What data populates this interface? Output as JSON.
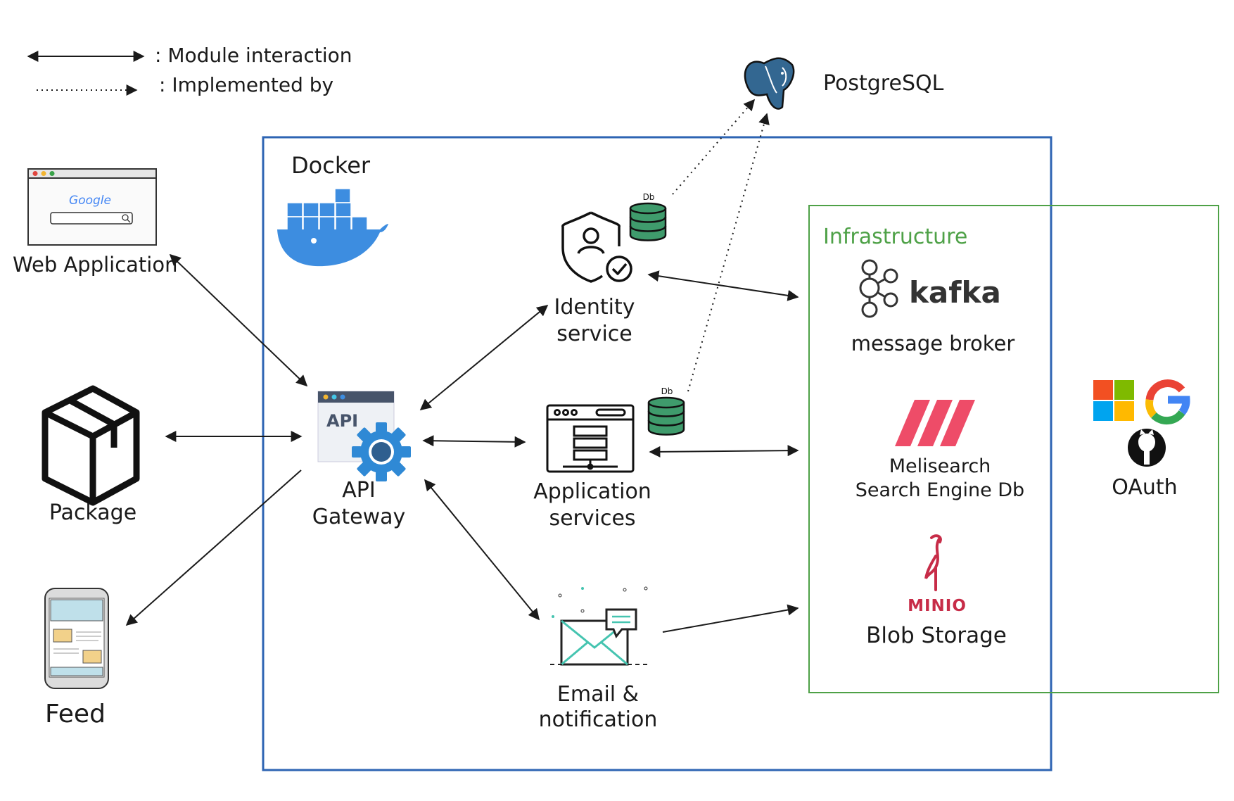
{
  "legend": {
    "module_interaction": ": Module interaction",
    "implemented_by": ": Implemented by"
  },
  "docker": {
    "title": "Docker"
  },
  "infrastructure": {
    "title": "Infrastructure"
  },
  "postgres": {
    "label": "PostgreSQL"
  },
  "clients": {
    "web_app": "Web Application",
    "package": "Package",
    "feed": "Feed",
    "browser_logo": "Google"
  },
  "api_gateway": {
    "icon_text": "API",
    "line1": "API",
    "line2": "Gateway"
  },
  "identity": {
    "line1": "Identity",
    "line2": "service",
    "db": "Db"
  },
  "app_services": {
    "line1": "Application",
    "line2": "services",
    "db": "Db"
  },
  "email": {
    "line1": "Email &",
    "line2": "notification"
  },
  "kafka": {
    "logo": "kafka",
    "label": "message broker"
  },
  "meilisearch": {
    "line1": "Melisearch",
    "line2": "Search Engine Db"
  },
  "minio": {
    "logo": "MINIO",
    "label": "Blob Storage"
  },
  "oauth": {
    "label": "OAuth"
  },
  "colors": {
    "docker_border": "#2e64b3",
    "infra_border": "#4ea147",
    "infra_title": "#4ea147",
    "db_green": "#3f9b6c",
    "meili_pink": "#ee4c68",
    "minio_red": "#c72c48",
    "docker_blue": "#3d8de0",
    "api_gear": "#2f89d5"
  }
}
